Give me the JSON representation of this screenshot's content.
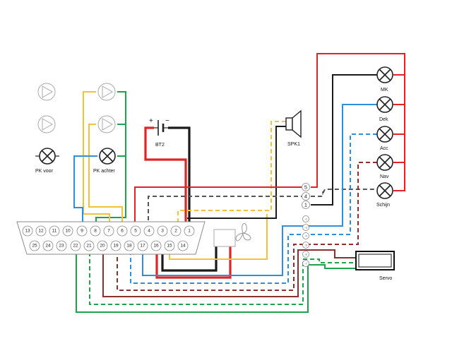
{
  "labels": {
    "bt2": "BT2",
    "battery_plus": "+",
    "battery_minus": "−",
    "spk1": "SPK1",
    "servo": "Servo",
    "pk_voor": "PK voor",
    "pk_achter": "PK achter",
    "lamp_mk": "MK",
    "lamp_dek": "Dek",
    "lamp_acc": "Acc",
    "lamp_nav": "Nav",
    "lamp_schijn": "Schijn",
    "wire_marker_f": "f"
  },
  "connector": {
    "top_row": [
      "13",
      "12",
      "11",
      "10",
      "9",
      "8",
      "7",
      "6",
      "5",
      "4",
      "3",
      "2",
      "1"
    ],
    "bottom_row": [
      "25",
      "24",
      "23",
      "22",
      "21",
      "20",
      "19",
      "18",
      "17",
      "16",
      "15",
      "14"
    ]
  },
  "terminal_upper": [
    "5",
    "4",
    "1"
  ],
  "terminal_lower": [
    "-2",
    "-3",
    "-4",
    "-5",
    "-6",
    "-7"
  ]
}
